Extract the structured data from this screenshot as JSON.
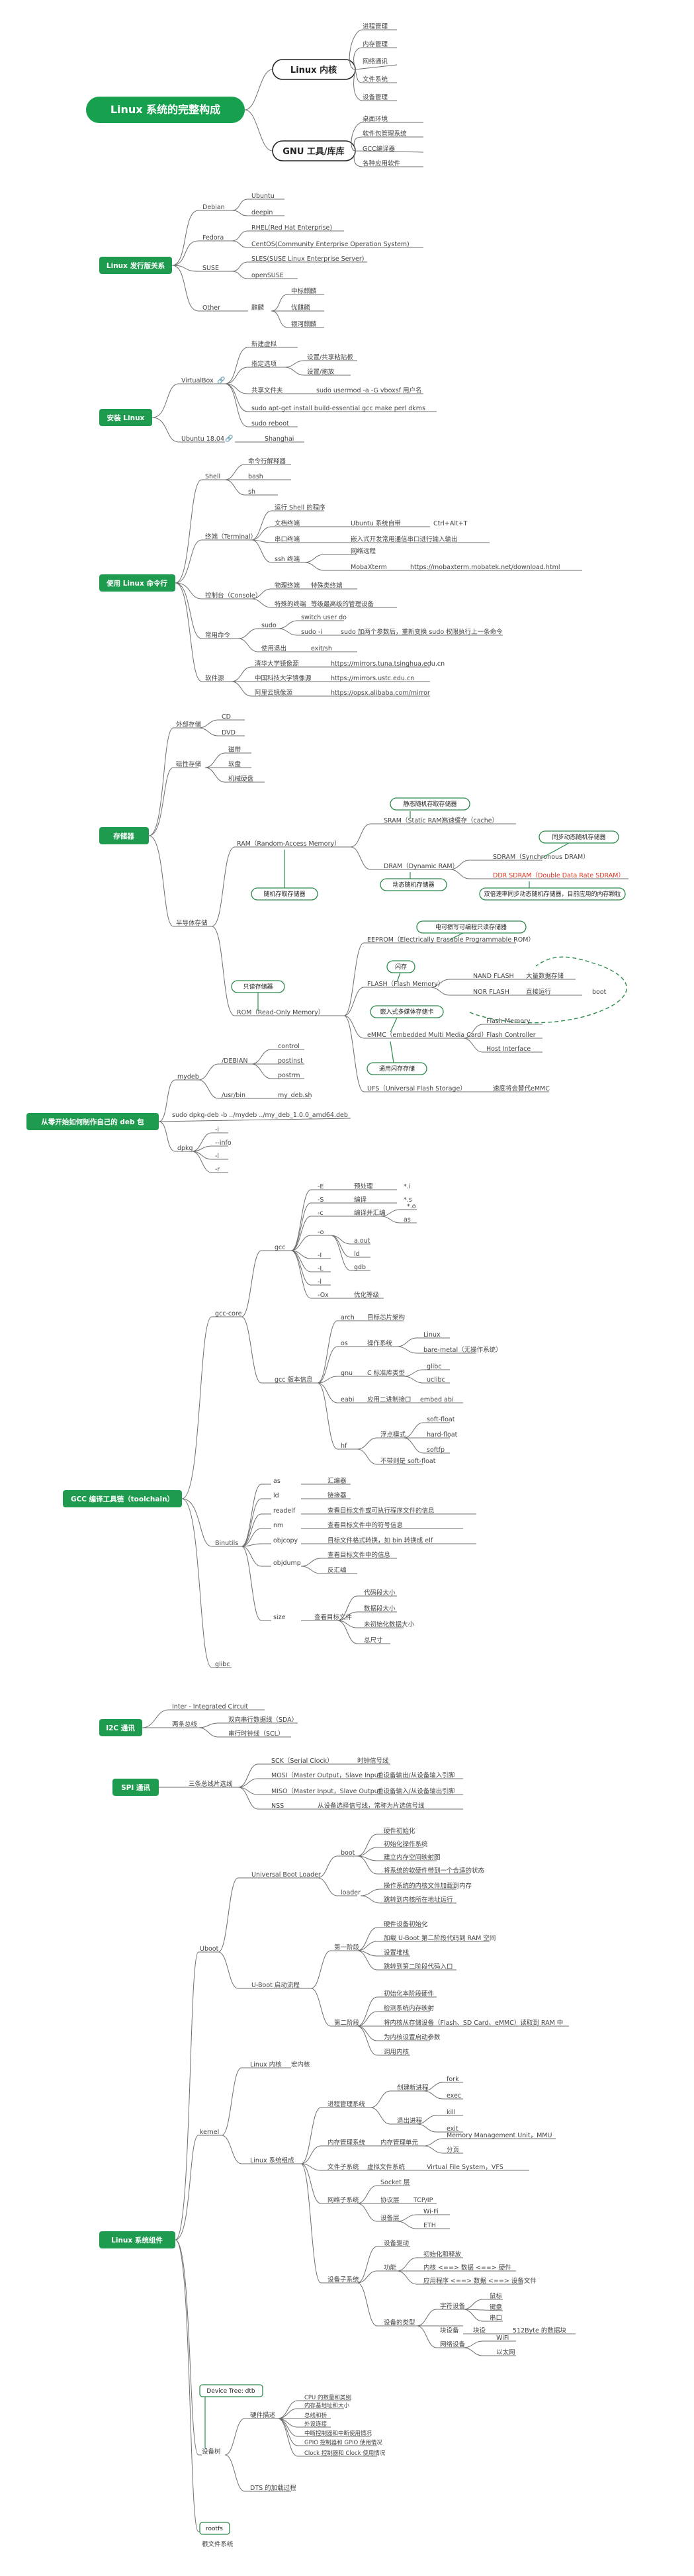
{
  "root": {
    "label": "Linux 系统的完整构成"
  },
  "kernel": {
    "label": "Linux 内核",
    "items": [
      "进程管理",
      "内存管理",
      "网络通讯",
      "文件系统",
      "设备管理"
    ]
  },
  "gnu": {
    "label": "GNU 工具/库库",
    "items": [
      "桌面环境",
      "软件包管理系统",
      "GCC编译器",
      "各种应用软件"
    ]
  },
  "distros": {
    "title": "Linux 发行版关系",
    "debian": {
      "label": "Debian",
      "children": [
        "Ubuntu",
        "deepin"
      ]
    },
    "fedora": {
      "label": "Fedora",
      "children": [
        "RHEL(Red Hat Enterprise)",
        "CentOS(Community Enterprise Operation System)"
      ]
    },
    "suse": {
      "label": "SUSE",
      "children": [
        "SLES(SUSE Linux Enterprise Server)",
        "openSUSE"
      ]
    },
    "other": {
      "label": "Other",
      "sub": "麒麟",
      "children": [
        "中标麒麟",
        "优麒麟",
        "银河麒麟"
      ]
    }
  },
  "install": {
    "title": "安装 Linux",
    "virtualbox": {
      "label": "VirtualBox",
      "children": [
        "新建虚拟",
        "指定选项",
        "共享文件夹",
        "sudo apt-get install build-essential gcc make perl dkms",
        "sudo reboot"
      ],
      "opt_children": [
        "设置/共享粘贴板",
        "设置/拖放"
      ],
      "share_child": "sudo usermod -a -G vboxsf 用户名"
    },
    "ubuntu": {
      "label": "Ubuntu 18.04",
      "child": "Shanghai"
    }
  },
  "commands": {
    "title": "使用 Linux 命令行",
    "shell": {
      "label": "Shell",
      "children": [
        "命令行解释器",
        "bash",
        "sh"
      ]
    },
    "terminal": {
      "label": "终端（Terminal）",
      "children": [
        "运行 Shell 的程序",
        "文档终端",
        "串口终端",
        "ssh 终端"
      ],
      "doc_a": "Ubuntu 系统自带",
      "doc_b": "Ctrl+Alt+T",
      "serial_a": "嵌入式开发常用通信串口进行输入输出",
      "ssh_a": "网络远程",
      "ssh_b": "MobaXterm",
      "ssh_url": "https://mobaxterm.mobatek.net/download.html"
    },
    "console": {
      "label": "控制台（Console）",
      "children": [
        "物理终端",
        "特殊的终端"
      ],
      "c1": "特殊类终端",
      "c2": "等级最高级的管理设备"
    },
    "common": {
      "label": "常用命令",
      "sudo": "sudo",
      "sudo_a": "switch user do",
      "sudo_b": "sudo -i",
      "sudo_c": "sudo 加两个参数后，重新变换 sudo 权限执行上一条命令",
      "exit_a": "使用退出",
      "exit_b": "exit/sh"
    },
    "mirror": {
      "label": "软件源",
      "names": [
        "清华大学镜像源",
        "中国科技大学镜像源",
        "阿里云镜像源"
      ],
      "urls": [
        "https://mirrors.tuna.tsinghua.edu.cn",
        "https://mirrors.ustc.edu.cn",
        "https://opsx.alibaba.com/mirror"
      ]
    }
  },
  "storage": {
    "title": "存储器",
    "disk": {
      "label": "外部存储",
      "children": [
        "CD",
        "DVD"
      ]
    },
    "flash_ext": {
      "label": "磁性存储",
      "children": [
        "磁带",
        "软盘",
        "机械硬盘"
      ]
    },
    "semi": "半导体存储",
    "ram": {
      "label": "RAM（Random-Access Memory）",
      "sram": "SRAM（Static RAM）",
      "sram_a": "高速缓存（cache）",
      "dram": "DRAM（Dynamic RAM）",
      "sdram": "SDRAM（Synchronous DRAM）",
      "ddr": "DDR SDRAM（Double Data Rate SDRAM）",
      "b_sram": "静态随机存取存储器",
      "b_ram": "随机存取存储器",
      "b_dram": "动态随机存储器",
      "b_sdram": "同步动态随机存储器",
      "b_ddr": "双倍速率同步动态随机存储器，目前应用的内存颗粒"
    },
    "rom": {
      "label": "ROM（Read-Only Memory）",
      "eeprom": "EEPROM（Electrically Erasable Programmable ROM）",
      "b_eeprom": "电可擦写可编程只读存储器",
      "flash": "FLASH（Flash Memory）",
      "b_flash": "闪存",
      "nand": "NAND FLASH",
      "nand_a": "大量数据存储",
      "nor": "NOR FLASH",
      "nor_a": "直接运行",
      "nor_b": "boot",
      "emmc": "eMMC（embedded Multi Media Card）",
      "b_emmc": "嵌入式多媒体存储卡",
      "emmc_c": [
        "Flash Memory",
        "Flash Controller",
        "Host Interface"
      ],
      "ufs": "UFS（Universal Flash Storage）",
      "ufs_a": "速度将会替代eMMC",
      "b_ufs": "通用闪存存储",
      "b_rom": "只读存储器"
    }
  },
  "deb": {
    "title": "从零开始如何制作自己的 deb 包",
    "mydeb": "mydeb",
    "debian": "/DEBIAN",
    "debian_c": [
      "control",
      "postinst",
      "postrm"
    ],
    "usr": "/usr/bin",
    "usr_c": "my_deb.sh",
    "build": "sudo dpkg-deb -b ../mydeb ../my_deb_1.0.0_amd64.deb",
    "dpkg": "dpkg",
    "dpkg_c": [
      "-i",
      "--info",
      "-l",
      "-r"
    ]
  },
  "gcc": {
    "title": "GCC 编译工具链（toolchain）",
    "gcc_core": "gcc-core",
    "gcc": "gcc",
    "opts": [
      "-E",
      "-S",
      "-c",
      "-o",
      "-I",
      "-L",
      "-l",
      "-Ox"
    ],
    "opts_a": [
      "预处理",
      "编译",
      "编译并汇编",
      "",
      "",
      "",
      "",
      "优化等级"
    ],
    "opts_b": [
      "*.i",
      "*.s",
      "*.o"
    ],
    "o_c": [
      "as",
      "a.out",
      "ld",
      "gdb"
    ],
    "gcc_cfg": "gcc 版本信息",
    "arch": "arch",
    "arch_a": "目标芯片架构",
    "os": "os",
    "os_a": "操作系统",
    "os_b": [
      "Linux",
      "bare-metal（无操作系统）"
    ],
    "gnu": "gnu",
    "gnu_a": "C 标准库类型",
    "gnu_b": [
      "glibc",
      "uclibc"
    ],
    "eabi": "eabi",
    "eabi_a": "应用二进制接口",
    "eabi_b": "embed abi",
    "hf": "hf",
    "hf_a": "浮点模式",
    "hf_b": [
      "soft-float",
      "hard-float",
      "softfp"
    ],
    "hf_c": "不带则是 soft-float",
    "binutils": "Binutils",
    "bin": [
      "as",
      "ld",
      "readelf",
      "nm",
      "objcopy",
      "objdump",
      "size"
    ],
    "bin_a": [
      "汇编器",
      "链接器",
      "查看目标文件或可执行程序文件的信息",
      "查看目标文件中的符号信息",
      "目标文件格式转换，如 bin 转换成 elf",
      "查看目标文件中的信息",
      "查看目标文件"
    ],
    "objdump_b": "反汇编",
    "size_c": [
      "代码段大小",
      "数据段大小",
      "未初始化数据大小",
      "总尺寸"
    ],
    "glibc": "glibc"
  },
  "i2c": {
    "title": "I2C 通讯",
    "a": "Inter - Integrated Circuit",
    "b": "两条总线",
    "c": [
      "双向串行数据线（SDA）",
      "串行时钟线（SCL）"
    ]
  },
  "spi": {
    "title": "SPI 通讯",
    "a": "三条总线片选线",
    "lines": [
      "SCK（Serial Clock）",
      "MOSI（Master Output，Slave Input）",
      "MISO（Master Input，Slave Output）",
      "NSS"
    ],
    "lines_a": [
      "时钟信号线",
      "主设备输出/从设备输入引脚",
      "主设备输入/从设备输出引脚",
      "从设备选择信号线，常称为片选信号线"
    ]
  },
  "sys": {
    "title": "Linux 系统组件",
    "uboot": "Uboot",
    "ubl": "Universal Boot Loader",
    "boot": "boot",
    "boot_c": [
      "硬件初始化",
      "初始化操作系统",
      "建立内存空间映射图",
      "将系统的软硬件带到一个合适的状态"
    ],
    "loader": "loader",
    "loader_c": [
      "操作系统的内核文件加载到内存",
      "跳转到内核所在地址运行"
    ],
    "stages": "U-Boot 启动流程",
    "s1": "第一阶段",
    "s1_c": [
      "硬件设备初始化",
      "加载 U-Boot 第二阶段代码到 RAM 空间",
      "设置堆栈",
      "跳转到第二阶段代码入口"
    ],
    "s2": "第二阶段",
    "s2_c": [
      "初始化本阶段硬件",
      "检测系统内存映射",
      "将内核从存储设备（Flash、SD Card、eMMC）读取到 RAM 中",
      "为内核设置启动参数",
      "调用内核"
    ],
    "kernel": "kernel",
    "lk": "Linux 内核",
    "lk_a": "宏内核",
    "lk_sys": "Linux 系统组成",
    "proc": "进程管理系统",
    "proc_a": "创建新进程",
    "proc_b": [
      "fork",
      "exec"
    ],
    "proc_c": "退出进程",
    "proc_d": [
      "kill",
      "exit"
    ],
    "mem": "内存管理系统",
    "mem_a": "内存管理单元",
    "mem_b": "Memory Management Unit，MMU",
    "mem_c": "分页",
    "fs": "文件子系统",
    "fs_a": "虚拟文件系统",
    "fs_b": "Virtual File System，VFS",
    "net": "网络子系统",
    "net_a": "Socket 层",
    "net_b": "协议层",
    "net_b1": "TCP/IP",
    "net_c": "设备层",
    "net_c1": [
      "Wi-Fi",
      "ETH"
    ],
    "dev": "设备子系统",
    "dev_a": "设备驱动",
    "dev_b": "功能",
    "dev_b1": [
      "初始化和释放",
      "内核 <==> 数据 <==> 硬件",
      "应用程序 <==> 数据 <==> 设备文件"
    ],
    "dev_c": "设备的类型",
    "dev_d": "字符设备",
    "dev_d1": [
      "鼠标",
      "键盘",
      "串口"
    ],
    "dev_e": "块设备",
    "dev_e1": "块设",
    "dev_e2": "512Byte 的数据块",
    "dev_f": "网络设备",
    "dev_f1": [
      "WiFi",
      "以太网"
    ],
    "dtb": "Device Tree: dtb",
    "dt": "设备树",
    "hw": "硬件描述",
    "hw_c": [
      "CPU 的数量和类别",
      "内存基地址和大小",
      "总线和桥",
      "外设连接",
      "中断控制器和中断使用情况",
      "GPIO 控制器和 GPIO 使用情况",
      "Clock 控制器和 Clock 使用情况"
    ],
    "dts": "DTS 的加载过程",
    "rootfs": "rootfs",
    "rootfs_a": "根文件系统"
  }
}
